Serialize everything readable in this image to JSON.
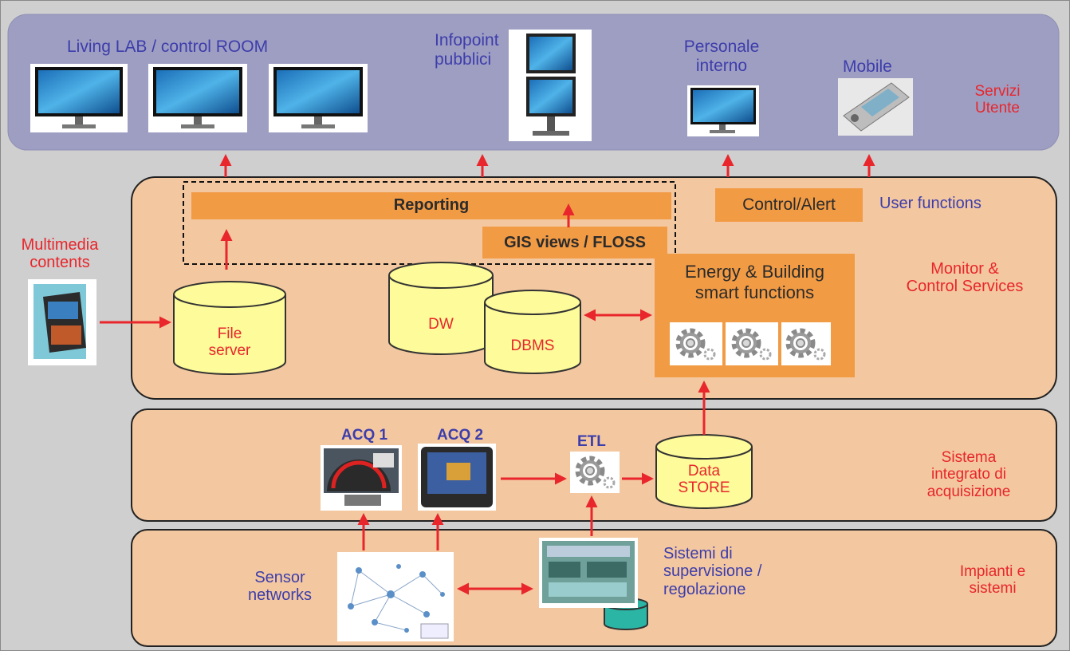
{
  "services": {
    "living_lab": "Living LAB / control ROOM",
    "infopoint": [
      "Infopoint",
      "pubblici"
    ],
    "personale": [
      "Personale",
      "interno"
    ],
    "mobile": "Mobile",
    "layer_label": [
      "Servizi",
      "Utente"
    ]
  },
  "monitor": {
    "reporting": "Reporting",
    "gis": "GIS views / FLOSS",
    "control_alert": "Control/Alert",
    "user_functions": "User functions",
    "multimedia": [
      "Multimedia",
      "contents"
    ],
    "file_server": [
      "File",
      "server"
    ],
    "dw": "DW",
    "dbms": "DBMS",
    "energy": [
      "Energy & Building",
      "smart functions"
    ],
    "layer_label": [
      "Monitor &",
      "Control Services"
    ]
  },
  "acquisition": {
    "acq1": "ACQ 1",
    "acq2": "ACQ 2",
    "etl": "ETL",
    "data_store": [
      "Data",
      "STORE"
    ],
    "layer_label": [
      "Sistema",
      "integrato di",
      "acquisizione"
    ]
  },
  "plants": {
    "sensor": [
      "Sensor",
      "networks"
    ],
    "supervision": [
      "Sistemi di",
      "supervisione /",
      "regolazione"
    ],
    "layer_label": [
      "Impianti e",
      "sistemi"
    ]
  },
  "colors": {
    "background": "#cfcfcf",
    "services_band": "#9e9ec3",
    "layer_band": "#f3c8a0",
    "orange": "#f29b45",
    "arrow": "#e8262b",
    "cylinder": "#fdfb9a",
    "blue_text": "#3d3dab"
  }
}
